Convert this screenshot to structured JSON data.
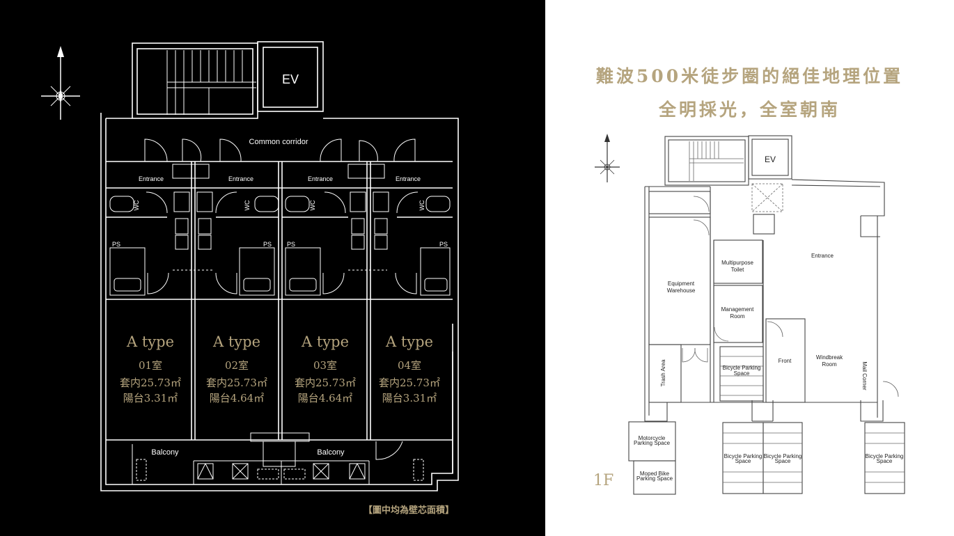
{
  "headline": {
    "line1": "難波500米徒步圈的絕佳地理位置",
    "line2": "全明採光，全室朝南"
  },
  "left_plan": {
    "elevator": "EV",
    "corridor": "Common corridor",
    "entrance": "Entrance",
    "wc": "WC",
    "ps": "PS",
    "balcony": "Balcony",
    "units": [
      {
        "type": "A type",
        "room": "01室",
        "area": "套内25.73㎡",
        "balcony_area": "陽台3.31㎡"
      },
      {
        "type": "A type",
        "room": "02室",
        "area": "套内25.73㎡",
        "balcony_area": "陽台4.64㎡"
      },
      {
        "type": "A type",
        "room": "03室",
        "area": "套内25.73㎡",
        "balcony_area": "陽台4.64㎡"
      },
      {
        "type": "A type",
        "room": "04室",
        "area": "套内25.73㎡",
        "balcony_area": "陽台3.31㎡"
      }
    ],
    "note": "【圖中均為壁芯面積】"
  },
  "right_plan": {
    "floor": "1F",
    "elevator": "EV",
    "entrance": "Entrance",
    "multipurpose_toilet": [
      "Multipurpose",
      "Toilet"
    ],
    "equipment_warehouse": [
      "Equipment",
      "Warehouse"
    ],
    "management_room": [
      "Management",
      "Room"
    ],
    "trash_area": "Trash Area",
    "bicycle_parking_inner": [
      "Bicycle Parking",
      "Space"
    ],
    "front": "Front",
    "windbreak_room": [
      "Windbreak",
      "Room"
    ],
    "mail_corner": "Mail Corner",
    "motorcycle_parking": [
      "Motorcycle",
      "Parking Space"
    ],
    "moped_parking": [
      "Moped Bike",
      "Parking Space"
    ],
    "bicycle_parking": [
      "Bicycle Parking",
      "Space"
    ]
  },
  "colors": {
    "gold": "#b5a47e",
    "dark_bg": "#000000",
    "light_bg": "#ffffff"
  },
  "icons": [
    "compass-icon"
  ]
}
